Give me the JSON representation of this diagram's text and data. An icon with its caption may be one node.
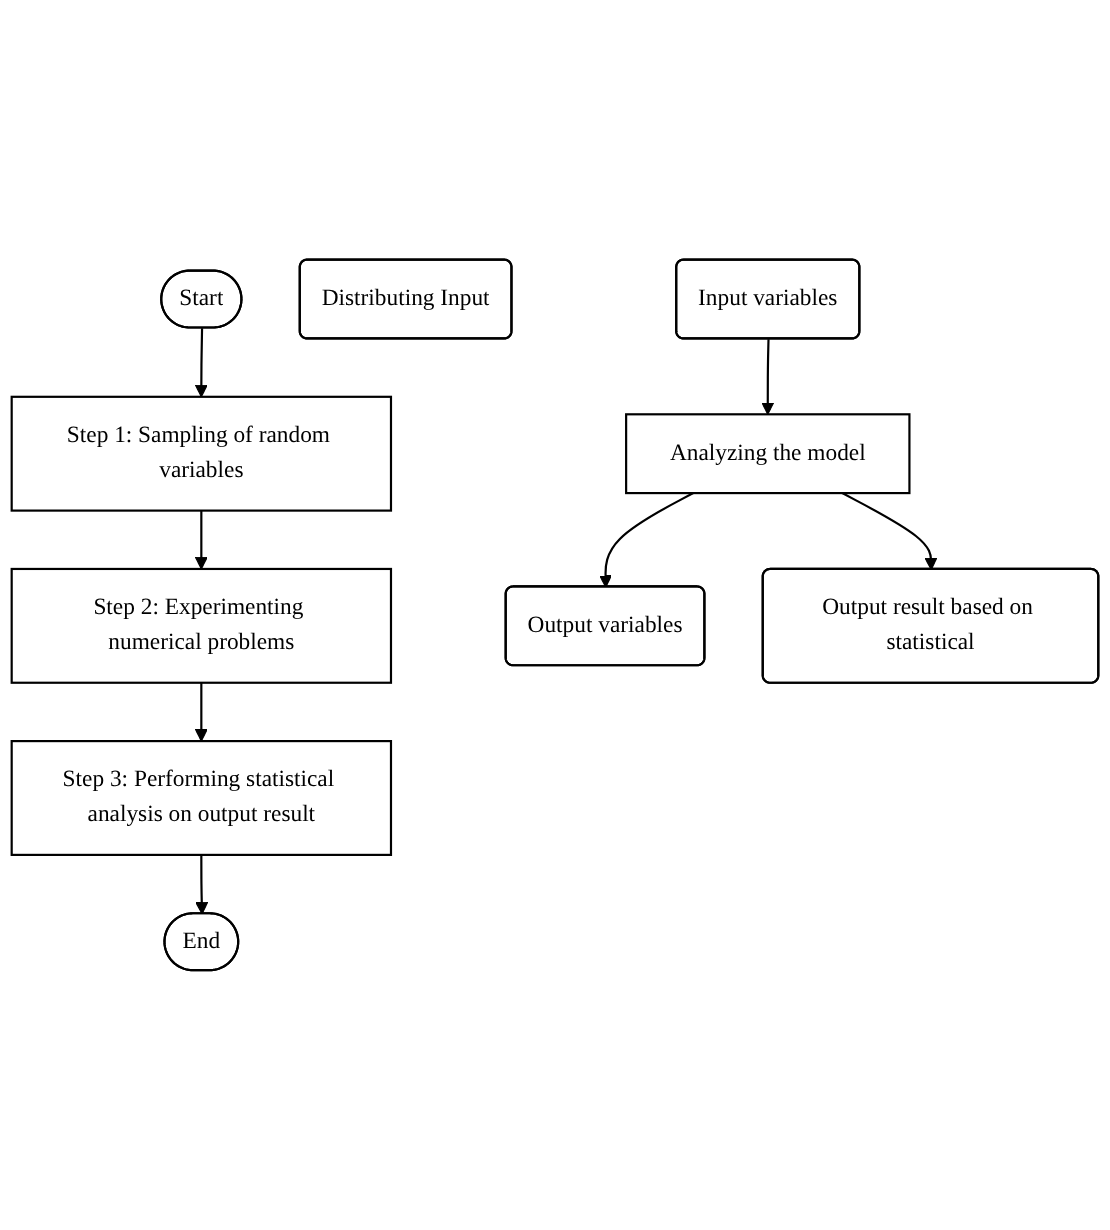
{
  "diagram": {
    "nodes": [
      {
        "text": [
          "Start"
        ]
      },
      {
        "text": [
          "Distributing Input"
        ]
      },
      {
        "text": [
          "Step 1: Sampling of random variables"
        ]
      },
      {
        "text": [
          "Input variables"
        ]
      },
      {
        "text": [
          "Step 2: Experimenting numerical problems"
        ]
      },
      {
        "text": [
          "Analyzing the model"
        ]
      },
      {
        "text": [
          "Output variables"
        ]
      },
      {
        "text": [
          "Step 3: Performing statistical analysis on output result"
        ]
      },
      {
        "text": [
          "Output result based on statistical"
        ]
      },
      {
        "text": [
          "End"
        ]
      }
    ],
    "edges": [
      {
        "from": 0,
        "to": 2,
        "arrow": "to"
      },
      {
        "from": 2,
        "to": 4,
        "arrow": "to"
      },
      {
        "from": 3,
        "to": 5,
        "arrow": "to"
      },
      {
        "from": 5,
        "to": 6,
        "arrow": "to"
      },
      {
        "from": 4,
        "to": 7,
        "arrow": "to"
      },
      {
        "from": 5,
        "to": 8,
        "arrow": "to"
      },
      {
        "from": 7,
        "to": 9,
        "arrow": "to"
      }
    ]
  }
}
